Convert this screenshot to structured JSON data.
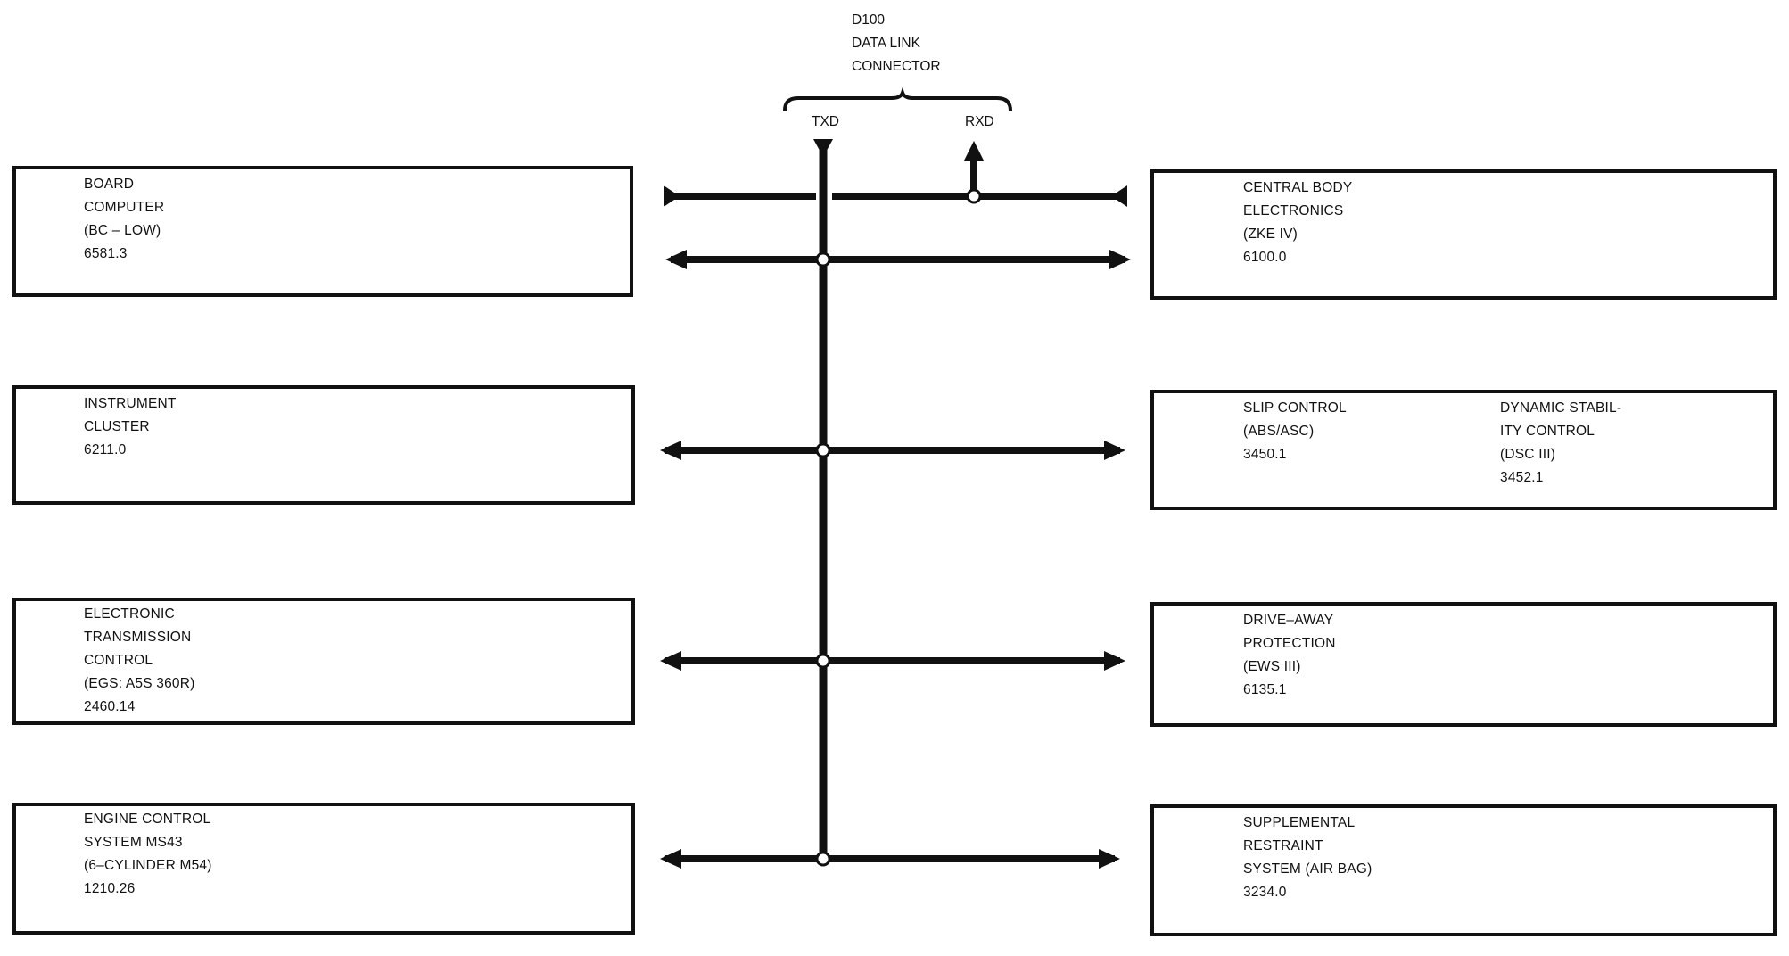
{
  "connector": {
    "lines": [
      "D100",
      "DATA LINK",
      "CONNECTOR"
    ],
    "txd": "TXD",
    "rxd": "RXD"
  },
  "modules": {
    "board_computer": [
      "BOARD",
      "COMPUTER",
      "(BC – LOW)",
      "6581.3"
    ],
    "instrument_cluster": [
      "INSTRUMENT",
      "CLUSTER",
      "6211.0"
    ],
    "electronic_transmission": [
      "ELECTRONIC",
      "TRANSMISSION",
      "CONTROL",
      "(EGS: A5S 360R)",
      "2460.14"
    ],
    "engine_control": [
      "ENGINE CONTROL",
      "SYSTEM MS43",
      "(6–CYLINDER M54)",
      "1210.26"
    ],
    "central_body": [
      "CENTRAL BODY",
      "ELECTRONICS",
      "(ZKE IV)",
      "6100.0"
    ],
    "slip_control": [
      "SLIP CONTROL",
      "(ABS/ASC)",
      "3450.1"
    ],
    "dynamic_stability": [
      "DYNAMIC STABIL-",
      "ITY CONTROL",
      "(DSC III)",
      "3452.1"
    ],
    "drive_away": [
      "DRIVE–AWAY",
      "PROTECTION",
      "(EWS III)",
      "6135.1"
    ],
    "supplemental_restraint": [
      "SUPPLEMENTAL",
      "RESTRAINT",
      "SYSTEM (AIR BAG)",
      "3234.0"
    ]
  }
}
